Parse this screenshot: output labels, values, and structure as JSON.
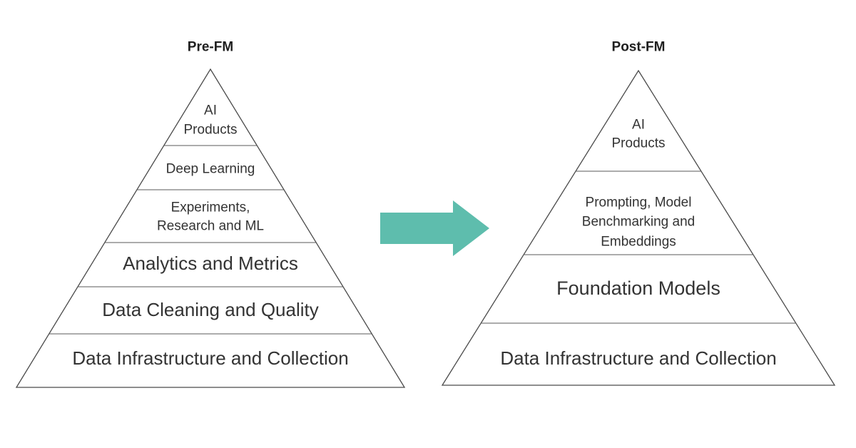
{
  "colors": {
    "arrow": "#5EBDAD",
    "line": "#4a4a4a",
    "text": "#333333"
  },
  "pre_fm": {
    "title": "Pre-FM",
    "layers": [
      {
        "label": "AI Products",
        "lines": [
          "AI",
          "Products"
        ]
      },
      {
        "label": "Deep Learning",
        "lines": [
          "Deep Learning"
        ]
      },
      {
        "label": "Experiments, Research and ML",
        "lines": [
          "Experiments,",
          "Research and ML"
        ]
      },
      {
        "label": "Analytics and Metrics",
        "lines": [
          "Analytics and Metrics"
        ]
      },
      {
        "label": "Data Cleaning and Quality",
        "lines": [
          "Data Cleaning and Quality"
        ]
      },
      {
        "label": "Data Infrastructure and Collection",
        "lines": [
          "Data Infrastructure and Collection"
        ]
      }
    ]
  },
  "post_fm": {
    "title": "Post-FM",
    "layers": [
      {
        "label": "AI Products",
        "lines": [
          "AI",
          "Products"
        ]
      },
      {
        "label": "Prompting, Model Benchmarking and Embeddings",
        "lines": [
          "Prompting, Model",
          "Benchmarking and",
          "Embeddings"
        ]
      },
      {
        "label": "Foundation Models",
        "lines": [
          "Foundation Models"
        ]
      },
      {
        "label": "Data Infrastructure and Collection",
        "lines": [
          "Data Infrastructure and Collection"
        ]
      }
    ]
  }
}
